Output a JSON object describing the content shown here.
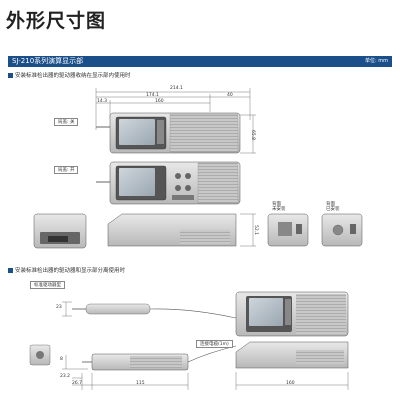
{
  "page": {
    "title": "外形尺寸图"
  },
  "section": {
    "title": "SJ-210系列演算显示部",
    "unit": "单位: mm"
  },
  "notes": {
    "note1": "安装标准检出器的驱动器收纳在显示部内使用时",
    "note2": "安装标准检出器的驱动器和显示部分离使用时"
  },
  "labels": {
    "cover_closed": "局盖: 关",
    "cover_open": "局盖: 开",
    "back_view_1": "背面\n未安装",
    "back_view_2": "背面\n已安装",
    "standard_drive": "标准驱动器型",
    "cable_label": "连接电缆(1m)"
  },
  "dimensions": {
    "d214_1": "214.1",
    "d174_1": "174.1",
    "d160_top": "160",
    "d40": "40",
    "d14_3": "14.3",
    "d65_8": "65.8",
    "d52_1": "52.1",
    "d23": "23",
    "d8": "8",
    "d23_2": "23.2",
    "d26_7": "26.7",
    "d115": "115",
    "d160_bottom": "160"
  }
}
